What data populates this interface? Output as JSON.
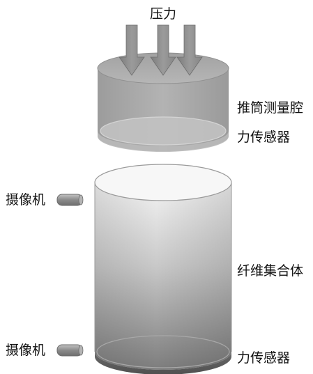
{
  "labels": {
    "pressure": "压力",
    "push_chamber": "推筒测量腔",
    "force_sensor_top": "力传感器",
    "camera_top": "摄像机",
    "fiber_assembly": "纤维集合体",
    "camera_bottom": "摄像机",
    "force_sensor_bottom": "力传感器"
  },
  "colors": {
    "chamber_body": "#a9a9a9",
    "arrow": "#8e8e8e",
    "cylinder_light": "#ebebeb",
    "cylinder_dark": "#8a8a8a",
    "camera": "#9a9a9a"
  },
  "arrow_count": 3
}
